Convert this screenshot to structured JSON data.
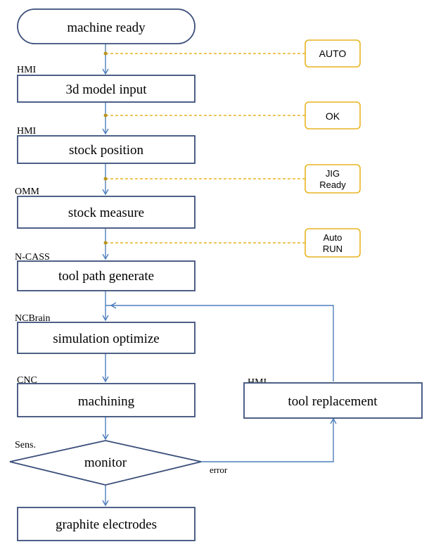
{
  "colors": {
    "node_stroke": "#3b4f7a",
    "flow_line": "#4f7fbd",
    "signal": "#e8b422"
  },
  "nodes": {
    "start": "machine ready",
    "model_input": "3d model input",
    "stock_position": "stock position",
    "stock_measure": "stock measure",
    "tool_path": "tool path generate",
    "simulation": "simulation optimize",
    "machining": "machining",
    "monitor": "monitor",
    "graphite": "graphite electrodes",
    "tool_replacement": "tool replacement"
  },
  "systems": {
    "model_input": "HMI",
    "stock_position": "HMI",
    "stock_measure": "OMM",
    "tool_path": "N-CASS",
    "simulation": "NCBrain",
    "machining": "CNC",
    "monitor": "Sens.",
    "tool_replacement": "HMI"
  },
  "signals": {
    "auto": "AUTO",
    "ok": "OK",
    "jig_line1": "JIG",
    "jig_line2": "Ready",
    "autorun_line1": "Auto",
    "autorun_line2": "RUN"
  },
  "edge_labels": {
    "error": "error"
  }
}
